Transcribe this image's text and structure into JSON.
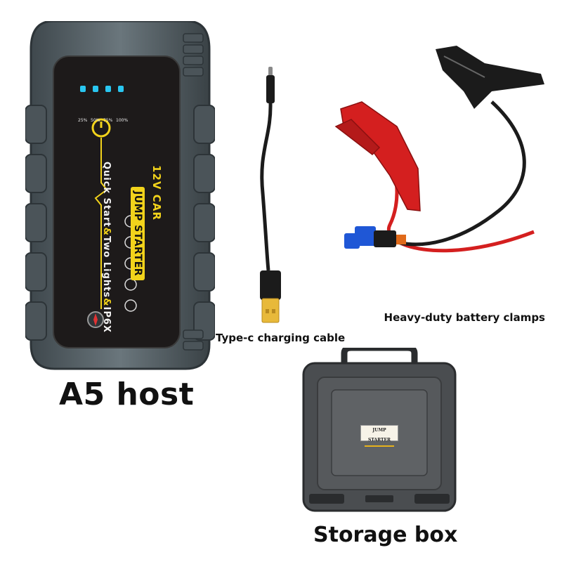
{
  "labels": {
    "host": "A5 host",
    "cable": "Type-c charging cable",
    "clamps": "Heavy-duty battery clamps",
    "box": "Storage box"
  },
  "device": {
    "model_text": "12V CAR",
    "brand_text": "JUMP STARTER",
    "features_part1": "Quick Start",
    "features_amp1": "&",
    "features_part2": "Two Lights",
    "features_amp2": "&",
    "features_part3": "IP6X",
    "battery_levels": [
      "25%",
      "50%",
      "75%",
      "100%"
    ]
  },
  "box_badge": "JUMP STARTER",
  "colors": {
    "device_shell": "#5b666c",
    "device_panel": "#1d1a1a",
    "accent_yellow": "#f2d31b",
    "indicator_led": "#29c6f0",
    "clamp_red": "#d41f1f",
    "clamp_black": "#1b1b1b",
    "connector_blue": "#1f57d6",
    "usb_gold": "#e8b93a",
    "case_gray": "#4a4d50"
  }
}
